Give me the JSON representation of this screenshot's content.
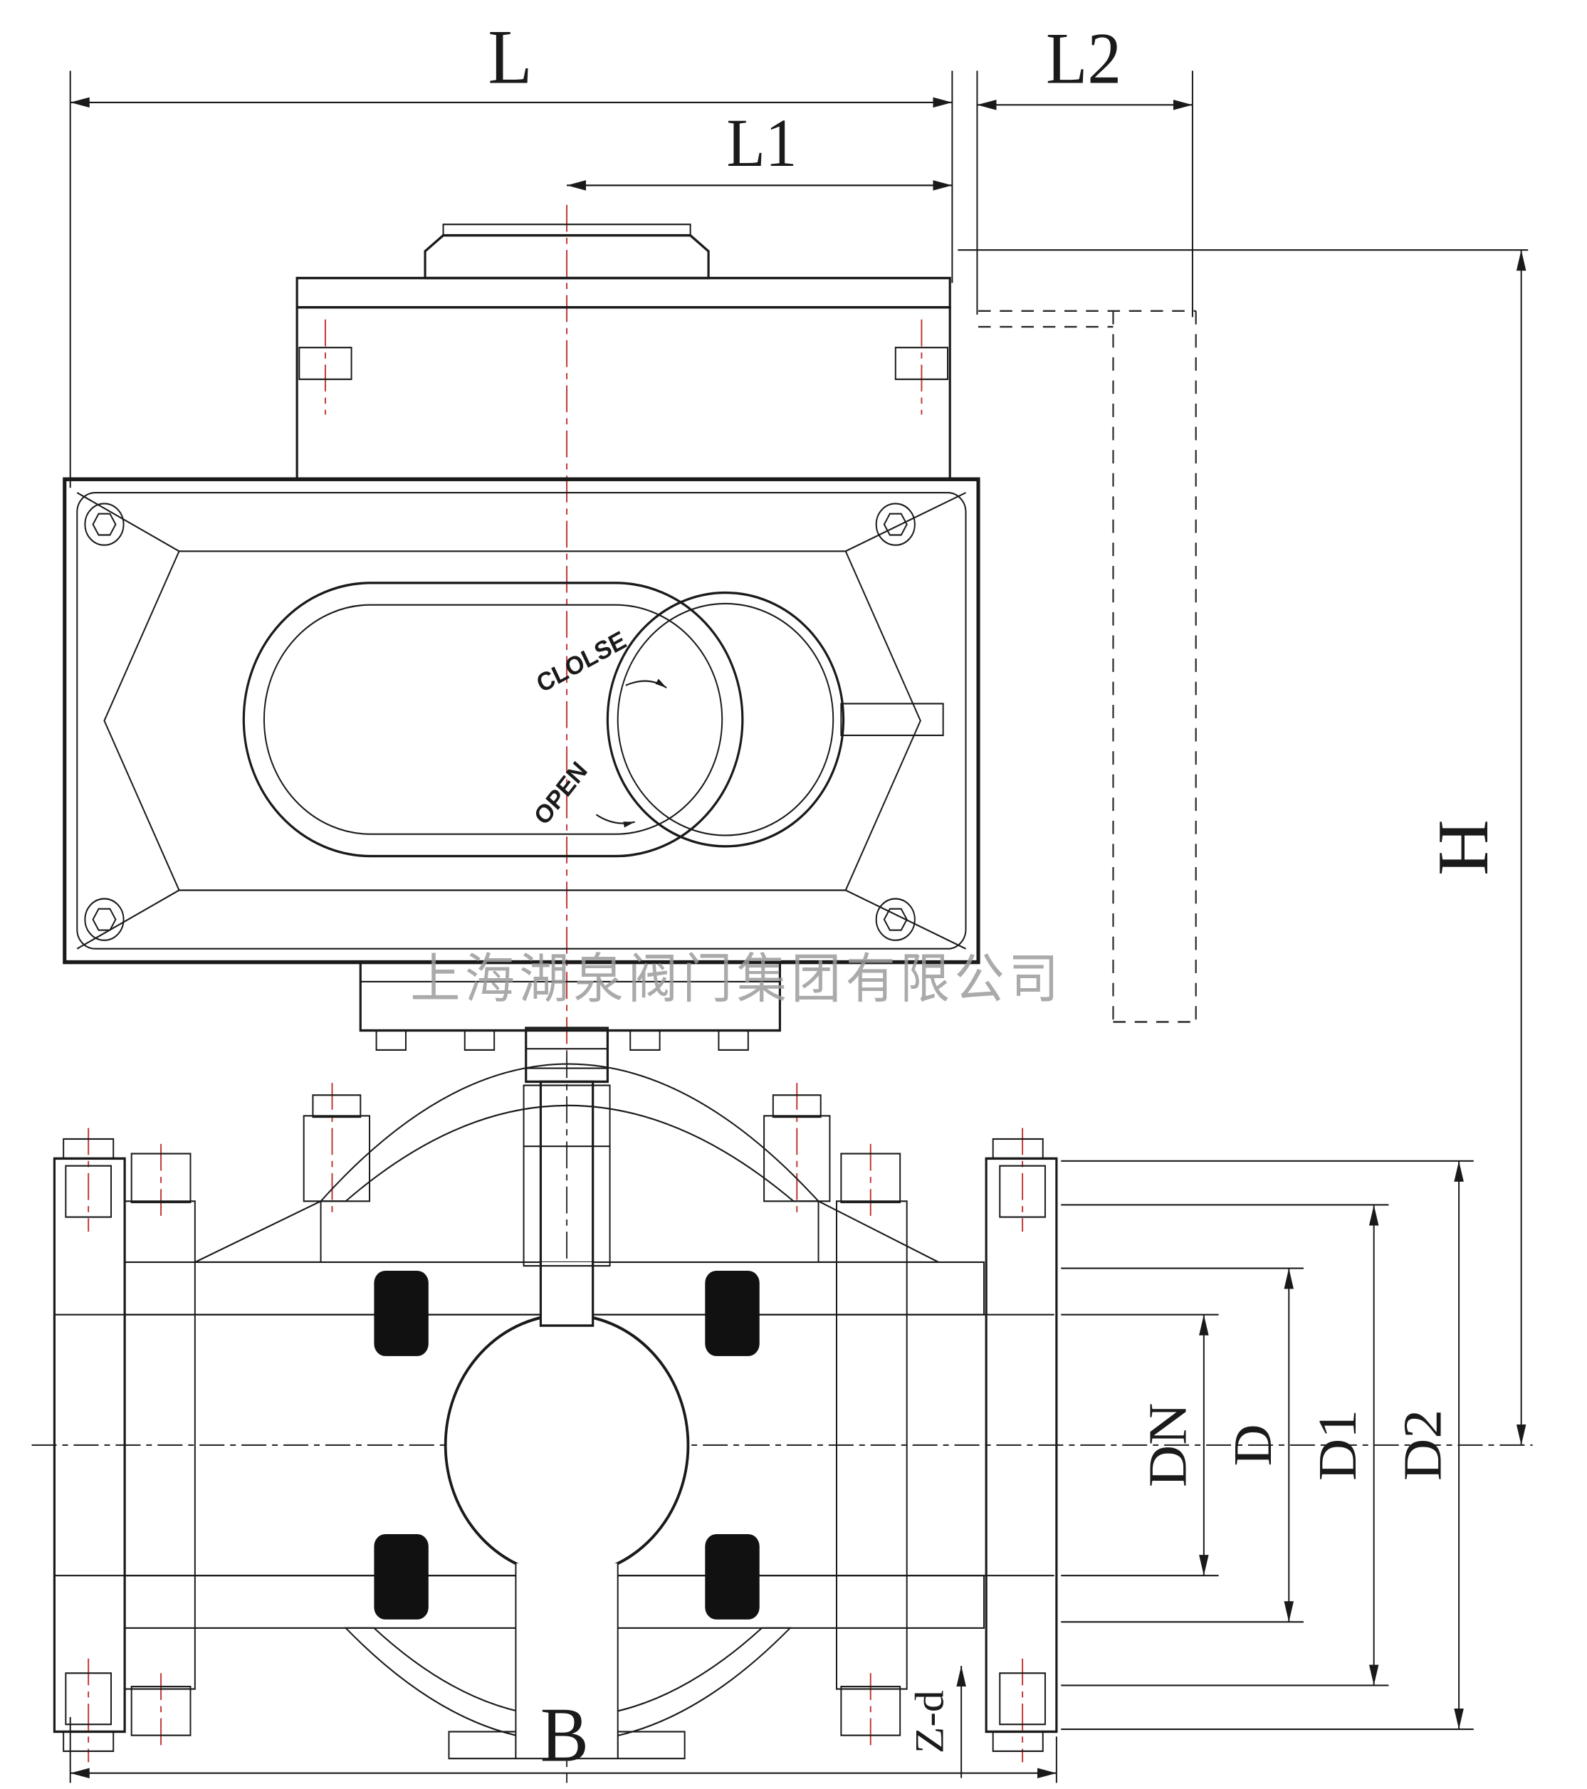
{
  "drawing": {
    "watermark": "上海湖泉阀门集团有限公司",
    "actuator": {
      "open_label": "OPEN",
      "close_label": "CLOLSE"
    },
    "dimension_labels": {
      "L": "L",
      "L1": "L1",
      "L2": "L2",
      "H": "H",
      "DN": "DN",
      "D": "D",
      "D1": "D1",
      "D2": "D2",
      "B": "B",
      "Z_d": "Z-d"
    },
    "colors": {
      "line": "#1a1a1a",
      "centerline": "#c03030",
      "watermark": "#9c9c9c",
      "seat": "#111111"
    }
  }
}
